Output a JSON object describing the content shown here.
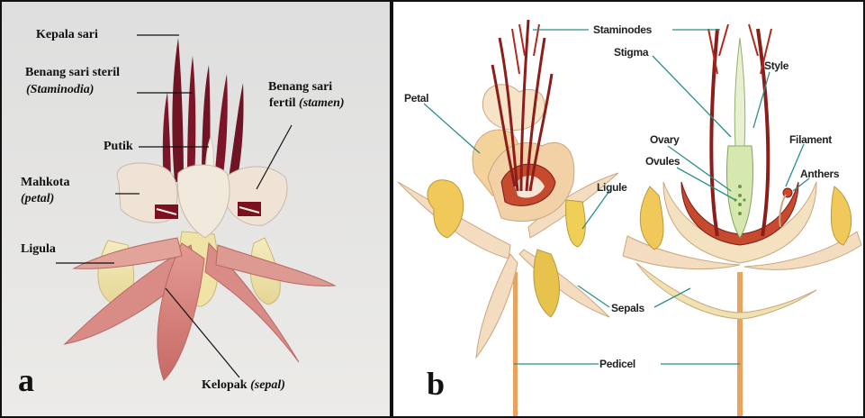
{
  "panel_a": {
    "letter": "a",
    "labels": {
      "kepala_sari": "Kepala sari",
      "benang_sari_steril": "Benang sari steril",
      "staminodia": "(Staminodia)",
      "benang_sari_fertil": "Benang sari",
      "fertil_word": "fertil",
      "stamen": "(stamen)",
      "putik": "Putik",
      "mahkota": "Mahkota",
      "petal": "(petal)",
      "ligula": "Ligula",
      "kelopak": "Kelopak",
      "sepal": "(sepal)"
    }
  },
  "panel_b": {
    "letter": "b",
    "labels": {
      "staminodes": "Staminodes",
      "stigma": "Stigma",
      "style": "Style",
      "petal": "Petal",
      "ovary": "Ovary",
      "ovules": "Ovules",
      "filament": "Filament",
      "anthers": "Anthers",
      "ligule": "Ligule",
      "sepals": "Sepals",
      "pedicel": "Pedicel"
    }
  },
  "colors": {
    "dark_red": "#7a1020",
    "flower_cream": "#efe0c6",
    "sepal_pink": "#d88a84",
    "ligule_yellow": "#e9cf55",
    "leader_teal": "#2a8f8a",
    "stem_orange": "#e8a45e"
  }
}
